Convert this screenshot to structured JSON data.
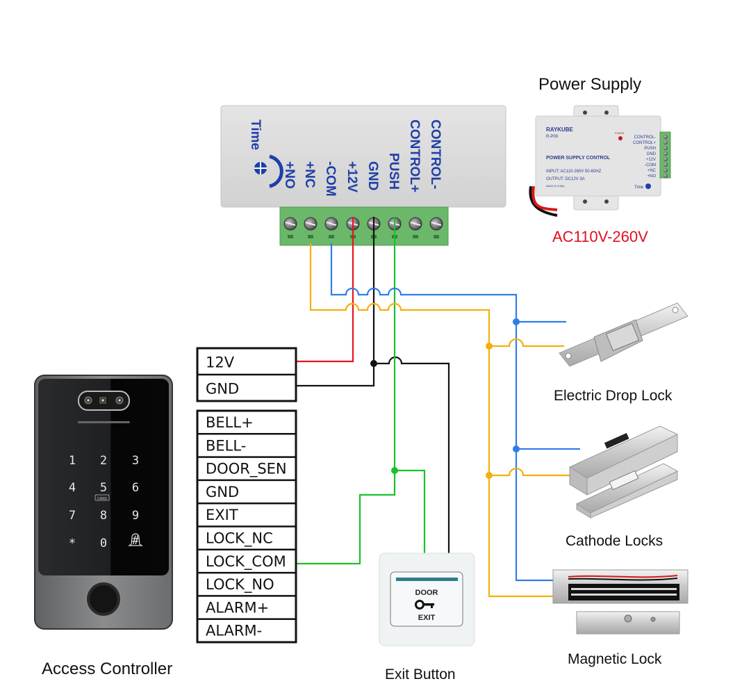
{
  "labels": {
    "power_supply": "Power Supply",
    "ac_range": "AC110V-260V",
    "access_controller": "Access Controller",
    "exit_button": "Exit Button",
    "electric_drop_lock": "Electric Drop Lock",
    "cathode_locks": "Cathode Locks",
    "magnetic_lock": "Magnetic Lock"
  },
  "control_box": {
    "time_label": "Time",
    "terminals": [
      "+NO",
      "+NC",
      "-COM",
      "+12V",
      "GND",
      "PUSH",
      "CONTROL+",
      "CONTROL-"
    ]
  },
  "power_supply_unit": {
    "brand": "RAYKUBE",
    "model": "R-P09",
    "power_led": "POWER",
    "title": "POWER SUPPLY CONTROL",
    "input": "INPUT: AC110-260V 50-60HZ",
    "output": "OUTPUT: DC12V  3A",
    "made_in": "MADE IN CHINA",
    "time_label": "Time",
    "terminals": [
      "CONTROL-",
      "CONTROL+",
      "PUSH",
      "GND",
      "+12V",
      "-COM",
      "+NC",
      "+NO"
    ]
  },
  "power_table": [
    "12V",
    "GND"
  ],
  "controller_table": [
    "BELL+",
    "BELL-",
    "DOOR_SEN",
    "GND",
    "EXIT",
    "LOCK_NC",
    "LOCK_COM",
    "LOCK_NO",
    "ALARM+",
    "ALARM-"
  ],
  "keypad": {
    "keys": [
      "1",
      "2",
      "3",
      "4",
      "5",
      "6",
      "7",
      "8",
      "9",
      "*",
      "0",
      "#"
    ],
    "card_label": "CARD"
  },
  "exit_button_face": {
    "top": "DOOR",
    "bottom": "EXIT"
  },
  "wire_colors": {
    "plus12v": "#e8141b",
    "gnd": "#111111",
    "push": "#18c22a",
    "com": "#2f7de8",
    "nc": "#f6ae0e"
  }
}
